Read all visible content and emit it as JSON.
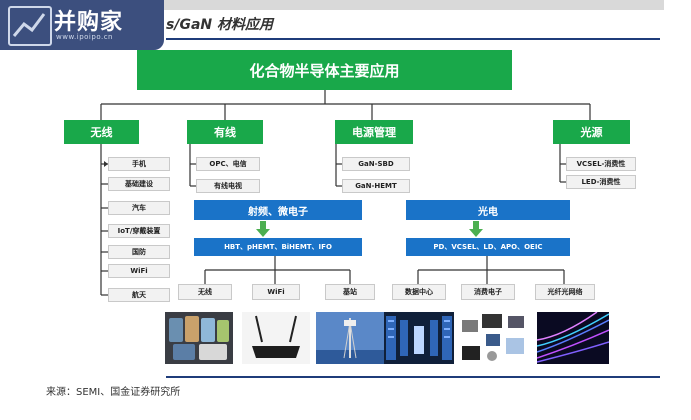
{
  "watermark": {
    "name": "并购家",
    "url": "www.ipoipo.cn"
  },
  "header": {
    "subtitle": "s/GaN 材料应用"
  },
  "root": {
    "title": "化合物半导体主要应用"
  },
  "categories": [
    {
      "label": "无线"
    },
    {
      "label": "有线"
    },
    {
      "label": "电源管理"
    },
    {
      "label": "光源"
    }
  ],
  "wireless_items": [
    "手机",
    "基础建设",
    "汽车",
    "IoT/穿戴装置",
    "国防",
    "WiFi",
    "航天"
  ],
  "wired_items": [
    "OPC、电信",
    "有线电视"
  ],
  "power_items": [
    "GaN-SBD",
    "GaN-HEMT"
  ],
  "light_items": [
    "VCSEL-消费性",
    "LED-消费性"
  ],
  "rf": {
    "title": "射频、微电子",
    "devices": "HBT、pHEMT、BiHEMT、IFO",
    "outputs": [
      "无线",
      "WiFi",
      "基站"
    ]
  },
  "opto": {
    "title": "光电",
    "devices": "PD、VCSEL、LD、APO、OEIC",
    "outputs": [
      "数据中心",
      "消费电子",
      "光纤光网络"
    ]
  },
  "source": "来源：SEMI、国金证券研究所",
  "colors": {
    "green": "#19a84a",
    "blue": "#1a73c8",
    "navy": "#1f3c7a"
  }
}
